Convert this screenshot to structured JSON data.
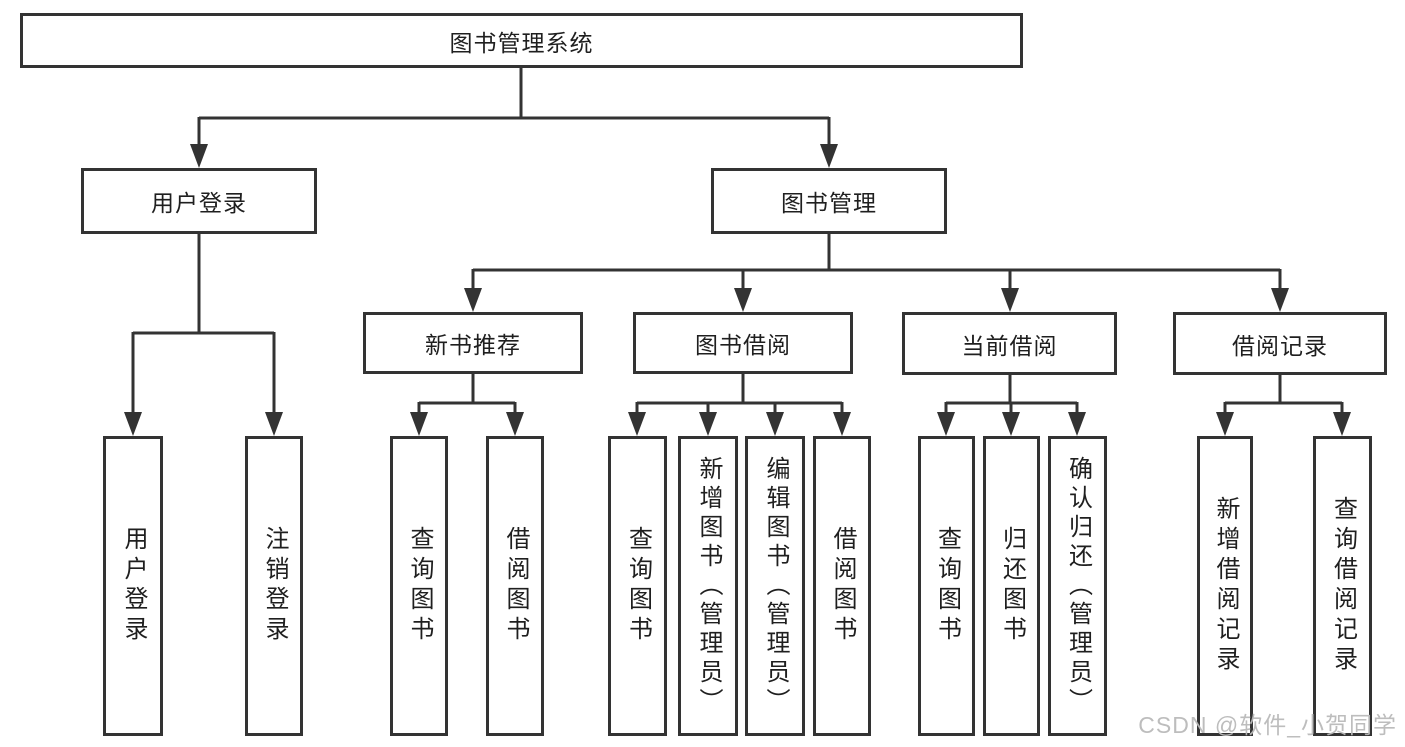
{
  "colors": {
    "line": "#333333",
    "border": "#333333",
    "text": "#1f1f1f",
    "watermark": "#b9b9b9",
    "background": "#ffffff"
  },
  "watermark": "CSDN @软件_小贺同学",
  "nodes": {
    "root": "图书管理系统",
    "user_login": {
      "label": "用户登录",
      "leaves": {
        "login": "用户登录",
        "logout": "注销登录"
      }
    },
    "book_mgmt": {
      "label": "图书管理",
      "sections": {
        "new_books": {
          "label": "新书推荐",
          "leaves": {
            "query": "查询图书",
            "borrow": "借阅图书"
          }
        },
        "borrowing": {
          "label": "图书借阅",
          "leaves": {
            "query": "查询图书",
            "add": "新增图书（管理员）",
            "edit": "编辑图书（管理员）",
            "borrow": "借阅图书"
          }
        },
        "current": {
          "label": "当前借阅",
          "leaves": {
            "query": "查询图书",
            "return": "归还图书",
            "confirm": "确认归还（管理员）"
          }
        },
        "records": {
          "label": "借阅记录",
          "leaves": {
            "add": "新增借阅记录",
            "query": "查询借阅记录"
          }
        }
      }
    }
  }
}
